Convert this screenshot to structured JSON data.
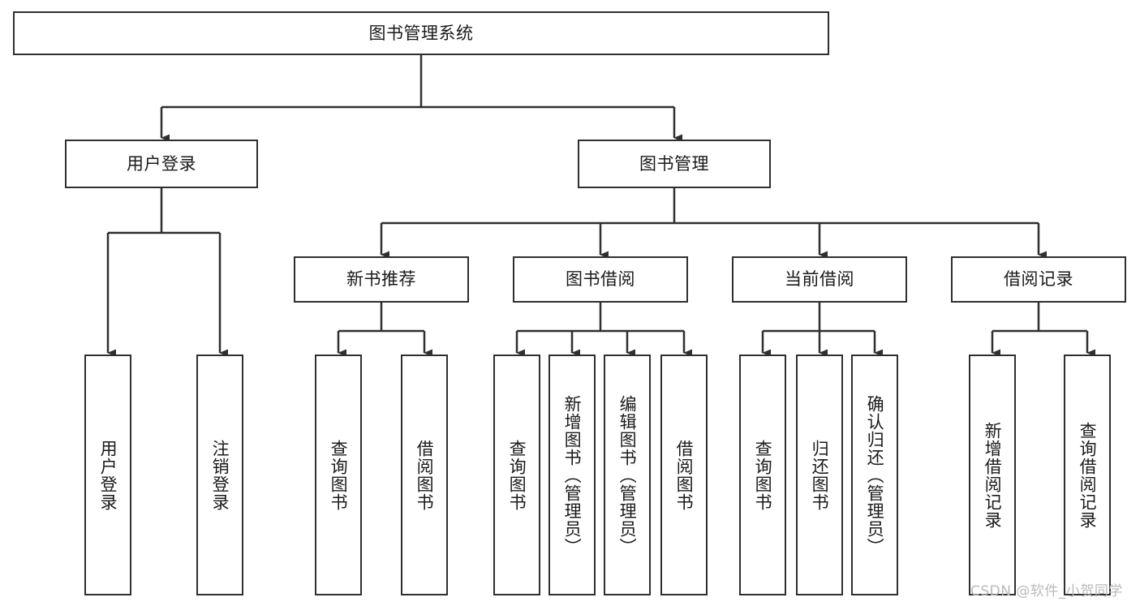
{
  "diagram": {
    "type": "tree-hierarchy",
    "title": "图书管理系统",
    "root": {
      "id": "root",
      "label": "图书管理系统",
      "orientation": "horizontal"
    },
    "level1": [
      {
        "id": "user-login",
        "label": "用户登录",
        "orientation": "horizontal"
      },
      {
        "id": "book-management",
        "label": "图书管理",
        "orientation": "horizontal"
      }
    ],
    "level2": [
      {
        "id": "new-book-recommend",
        "label": "新书推荐",
        "orientation": "horizontal",
        "parent": "book-management"
      },
      {
        "id": "book-borrow",
        "label": "图书借阅",
        "orientation": "horizontal",
        "parent": "book-management"
      },
      {
        "id": "current-borrow",
        "label": "当前借阅",
        "orientation": "horizontal",
        "parent": "book-management"
      },
      {
        "id": "borrow-record",
        "label": "借阅记录",
        "orientation": "horizontal",
        "parent": "book-management"
      }
    ],
    "leaves": [
      {
        "id": "leaf-user-login",
        "label": "用户登录",
        "orientation": "vertical",
        "parent": "user-login"
      },
      {
        "id": "leaf-user-logout",
        "label": "注销登录",
        "orientation": "vertical",
        "parent": "user-login"
      },
      {
        "id": "leaf-query-book-1",
        "label": "查询图书",
        "orientation": "vertical",
        "parent": "new-book-recommend"
      },
      {
        "id": "leaf-borrow-book-1",
        "label": "借阅图书",
        "orientation": "vertical",
        "parent": "new-book-recommend"
      },
      {
        "id": "leaf-query-book-2",
        "label": "查询图书",
        "orientation": "vertical",
        "parent": "book-borrow"
      },
      {
        "id": "leaf-add-book",
        "label": "新增图书（管理员）",
        "orientation": "vertical",
        "parent": "book-borrow"
      },
      {
        "id": "leaf-edit-book",
        "label": "编辑图书（管理员）",
        "orientation": "vertical",
        "parent": "book-borrow"
      },
      {
        "id": "leaf-borrow-book-2",
        "label": "借阅图书",
        "orientation": "vertical",
        "parent": "book-borrow"
      },
      {
        "id": "leaf-query-book-3",
        "label": "查询图书",
        "orientation": "vertical",
        "parent": "current-borrow"
      },
      {
        "id": "leaf-return-book",
        "label": "归还图书",
        "orientation": "vertical",
        "parent": "current-borrow"
      },
      {
        "id": "leaf-confirm-return",
        "label": "确认归还（管理员）",
        "orientation": "vertical",
        "parent": "current-borrow"
      },
      {
        "id": "leaf-add-record",
        "label": "新增借阅记录",
        "orientation": "vertical",
        "parent": "borrow-record"
      },
      {
        "id": "leaf-query-record",
        "label": "查询借阅记录",
        "orientation": "vertical",
        "parent": "borrow-record"
      }
    ]
  },
  "watermark": {
    "text": "CSDN @软件_小贺同学"
  },
  "colors": {
    "stroke": "#2f2f2f",
    "background": "#ffffff",
    "text": "#1a1a1a",
    "watermark": "#b9b9b9"
  }
}
